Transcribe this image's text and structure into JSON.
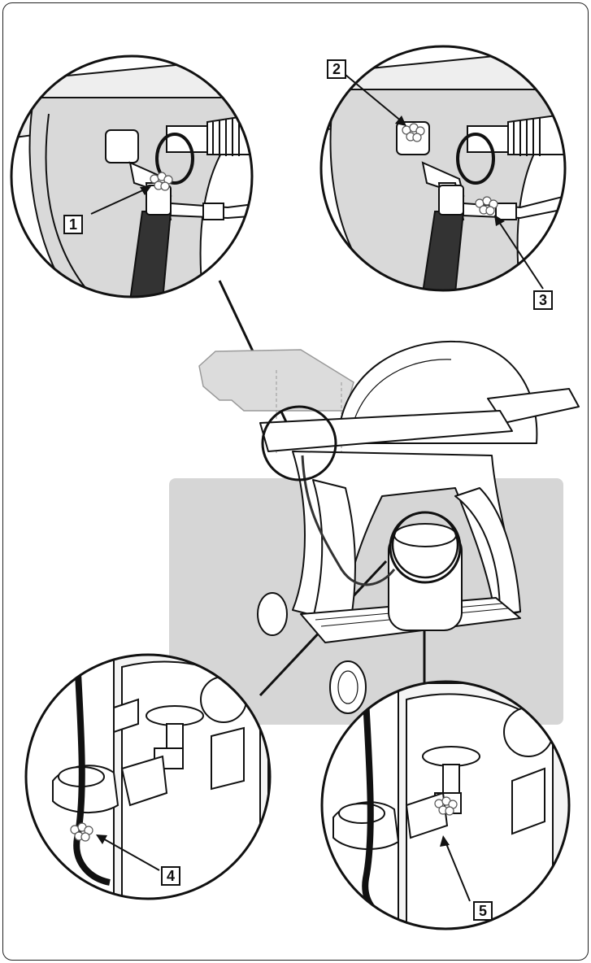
{
  "callouts": [
    {
      "id": 1,
      "label": "1"
    },
    {
      "id": 2,
      "label": "2"
    },
    {
      "id": 3,
      "label": "3"
    },
    {
      "id": 4,
      "label": "4"
    },
    {
      "id": 5,
      "label": "5"
    }
  ],
  "colors": {
    "frame": "#222222",
    "backdrop": "#d6d6d6",
    "line": "#111111",
    "grill_fill": "#ffffff",
    "hose": "#333333",
    "ghost_table": "#dcdcdc"
  },
  "icons": [
    "bubble-leak-indicator",
    "arrow-pointer"
  ]
}
